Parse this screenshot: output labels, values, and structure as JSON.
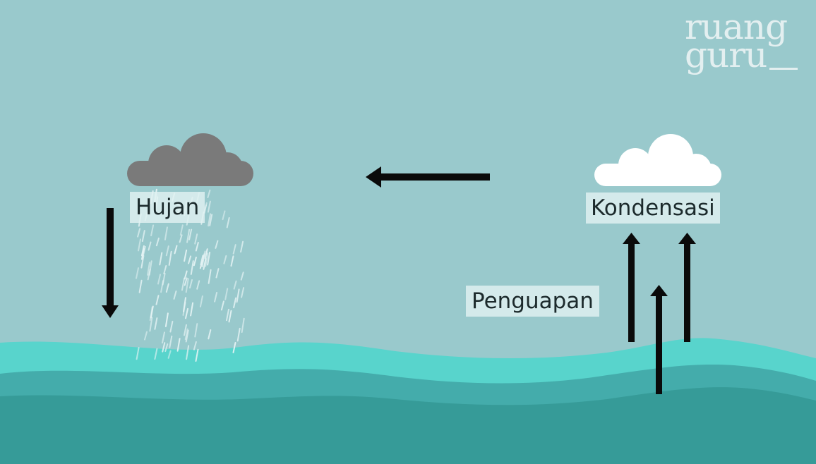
{
  "colors": {
    "sky": "#99c9cc",
    "water_top": "#58d4cc",
    "water_mid": "#44acab",
    "water_deep": "#369b98",
    "rain_cloud": "#7a7a7a",
    "white_cloud": "#ffffff",
    "arrow": "#0a0a0a",
    "label_box": "#e1f1f2",
    "logo": "#e3eff0"
  },
  "logo": {
    "line1": "ruang",
    "line2": "guru"
  },
  "labels": {
    "rain": "Hujan",
    "condensation": "Kondensasi",
    "evaporation": "Penguapan"
  },
  "icons": [
    "rain-cloud-icon",
    "white-cloud-icon",
    "rain-drops",
    "arrow-left",
    "arrow-down",
    "arrow-up"
  ]
}
